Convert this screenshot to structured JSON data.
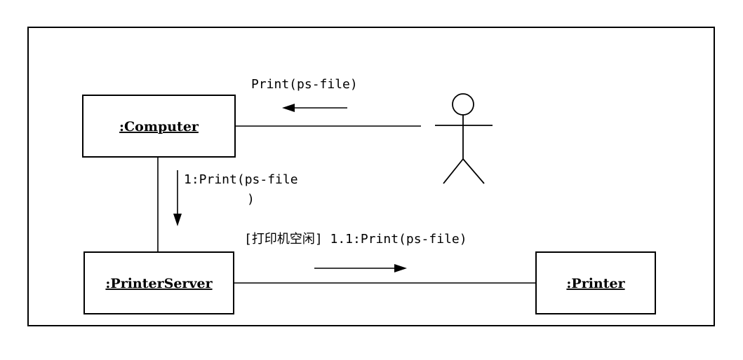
{
  "objects": {
    "computer": ":Computer",
    "printer_server": ":PrinterServer",
    "printer": ":Printer"
  },
  "messages": {
    "actor_to_computer": "Print(ps-file)",
    "computer_to_server_line1": "1:Print(ps-file",
    "computer_to_server_line2": ")",
    "server_to_printer": "[打印机空闲] 1.1:Print(ps-file)"
  }
}
